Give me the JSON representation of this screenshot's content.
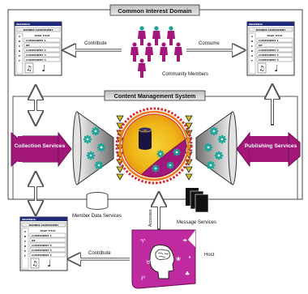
{
  "domains": {
    "outer": "Common Interest Domain",
    "inner": "Content Management System"
  },
  "labels": {
    "contribute_top": "Contribute",
    "consume": "Consume",
    "community_members": "Community Members",
    "collection_services": "Collection Services",
    "publishing_services": "Publishing Services",
    "member_data_services": "Member Data Services",
    "message_services": "Message Services",
    "accesses": "Accesses",
    "host": "Host",
    "contribute_bottom": "Contribute"
  },
  "panel": {
    "title": "WIKPEDIA",
    "header": "BANNER COMPONENT",
    "title_row": "PAGE TITLE",
    "components": [
      "COMPONENT 1",
      "NE",
      "COMPONENT 2",
      "COMPONENT 3",
      "COMPONENT 4"
    ],
    "sidebar_letters": [
      "A",
      "B",
      "C",
      "D",
      "E",
      "F"
    ]
  },
  "colors": {
    "magenta": "#a3177a",
    "teal": "#1aa69a",
    "gold": "#f0c419",
    "orange": "#f07a18",
    "red": "#d8282b",
    "navy": "#1b1440",
    "purple": "#6a1f6e"
  }
}
